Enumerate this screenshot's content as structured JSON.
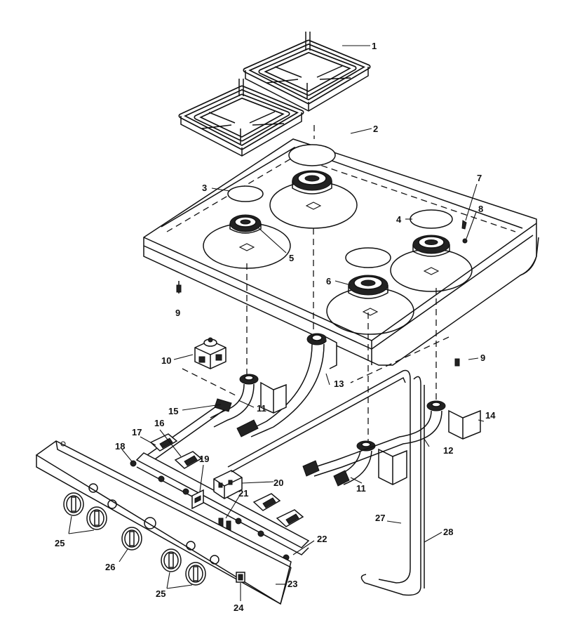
{
  "callouts": [
    {
      "id": "c1",
      "text": "1"
    },
    {
      "id": "c2",
      "text": "2"
    },
    {
      "id": "c3",
      "text": "3"
    },
    {
      "id": "c4",
      "text": "4"
    },
    {
      "id": "c5",
      "text": "5"
    },
    {
      "id": "c6",
      "text": "6"
    },
    {
      "id": "c7",
      "text": "7"
    },
    {
      "id": "c8",
      "text": "8"
    },
    {
      "id": "c9a",
      "text": "9"
    },
    {
      "id": "c9b",
      "text": "9"
    },
    {
      "id": "c10",
      "text": "10"
    },
    {
      "id": "c11a",
      "text": "11"
    },
    {
      "id": "c11b",
      "text": "11"
    },
    {
      "id": "c12",
      "text": "12"
    },
    {
      "id": "c13",
      "text": "13"
    },
    {
      "id": "c14",
      "text": "14"
    },
    {
      "id": "c15",
      "text": "15"
    },
    {
      "id": "c16",
      "text": "16"
    },
    {
      "id": "c17",
      "text": "17"
    },
    {
      "id": "c18",
      "text": "18"
    },
    {
      "id": "c19",
      "text": "19"
    },
    {
      "id": "c20",
      "text": "20"
    },
    {
      "id": "c21",
      "text": "21"
    },
    {
      "id": "c22",
      "text": "22"
    },
    {
      "id": "c23",
      "text": "23"
    },
    {
      "id": "c24",
      "text": "24"
    },
    {
      "id": "c25a",
      "text": "25"
    },
    {
      "id": "c25b",
      "text": "25"
    },
    {
      "id": "c26",
      "text": "26"
    },
    {
      "id": "c27",
      "text": "27"
    },
    {
      "id": "c28",
      "text": "28"
    }
  ]
}
